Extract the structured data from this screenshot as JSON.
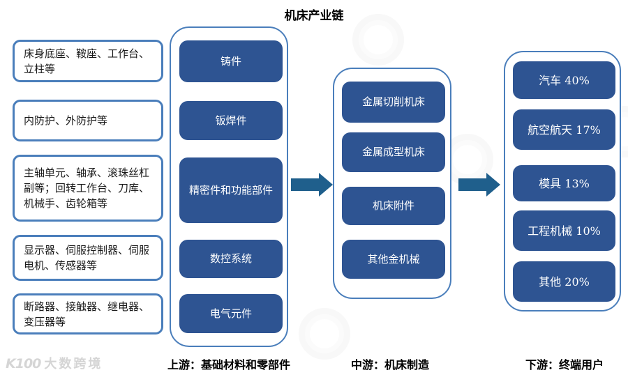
{
  "title": "机床产业链",
  "left_column": {
    "items": [
      "床身底座、鞍座、工作台、立柱等",
      "内防护、外防护等",
      "主轴单元、轴承、滚珠丝杠副等；回转工作台、刀库、机械手、齿轮箱等",
      "显示器、伺服控制器、伺服电机、传感器等",
      "断路器、接触器、继电器、变压器等"
    ]
  },
  "upstream": {
    "label": "上游：基础材料和零部件",
    "items": [
      "铸件",
      "钣焊件",
      "精密件和功能部件",
      "数控系统",
      "电气元件"
    ]
  },
  "midstream": {
    "label": "中游：机床制造",
    "items": [
      "金属切削机床",
      "金属成型机床",
      "机床附件",
      "其他金机械"
    ]
  },
  "downstream": {
    "label": "下游：终端用户",
    "items": [
      "汽车 40%",
      "航空航天 17%",
      "模具 13%",
      "工程机械 10%",
      "其他 20%"
    ]
  },
  "watermark": {
    "logo": "K100",
    "brand": "大数跨境"
  },
  "colors": {
    "item_box_fill": "#2E5492",
    "outline_blue": "#4A7EBB",
    "arrow_blue": "#1F5F8C",
    "text_dark": "#1a1a1a",
    "watermark_gray": "#d5d5d5"
  }
}
